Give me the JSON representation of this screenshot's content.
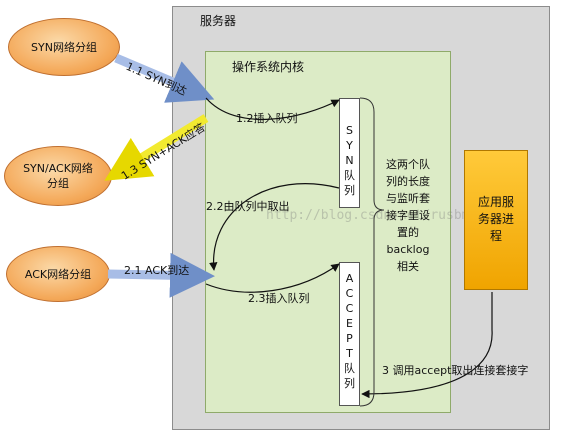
{
  "server": {
    "label": "服务器"
  },
  "kernel": {
    "label": "操作系统内核"
  },
  "syn_queue": {
    "chars": [
      "S",
      "Y",
      "N",
      "队",
      "列"
    ]
  },
  "accept_queue": {
    "chars": [
      "A",
      "C",
      "C",
      "E",
      "P",
      "T",
      "队",
      "列"
    ]
  },
  "app_process": {
    "lines": [
      "应用服",
      "务器进",
      "程"
    ]
  },
  "packets": {
    "syn": [
      "SYN网络分组"
    ],
    "synack": [
      "SYN/ACK网络",
      "分组"
    ],
    "ack": [
      "ACK网络分组"
    ]
  },
  "steps": {
    "s1_1": "1.1 SYN到达",
    "s1_2": "1.2插入队列",
    "s1_3": "1.3 SYN+ACK应答",
    "s2_1": "2.1 ACK到达",
    "s2_2": "2.2由队列中取出",
    "s2_3": "2.3插入队列",
    "s3": "3 调用accept取出连接套接字"
  },
  "note": {
    "lines": [
      "这两个队",
      "列的长度",
      "与监听套",
      "接字里设",
      "置的",
      "backlog",
      "相关"
    ]
  },
  "watermark": "http://blog.csdn.net/rusbme/"
}
